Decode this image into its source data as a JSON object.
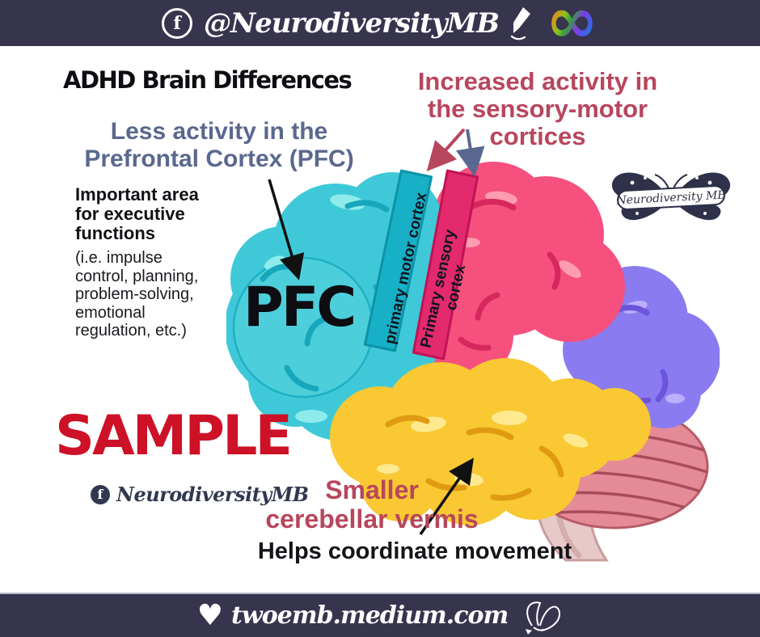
{
  "palette": {
    "bar_navy": "#37344e",
    "accent_crimson": "#b8465d",
    "accent_slate_blue": "#5a688f",
    "sample_red": "#cd1126",
    "brain_teal": "#3fc9d8",
    "motor_strip_teal": "#17b0c6",
    "parietal_pink": "#f6507e",
    "sensory_strip_pink": "#e22a6d",
    "occipital_purple": "#8b7bf0",
    "temporal_yellow": "#f9c832",
    "cerebellum_pink": "#e58b97"
  },
  "icons": {
    "facebook_letter": "f",
    "infinity": "∞",
    "heart": "♥"
  },
  "header": {
    "handle": "@NeurodiversityMB"
  },
  "main": {
    "title": "ADHD Brain Differences",
    "increased_heading": {
      "lines": [
        "Increased activity in",
        "the sensory-motor",
        "cortices"
      ]
    },
    "less_heading": {
      "lines": [
        "Less activity in the",
        "Prefrontal Cortex (PFC)"
      ]
    },
    "executive_bold": {
      "lines": [
        "Important area",
        "for executive",
        "functions"
      ]
    },
    "executive_detail": {
      "lines": [
        "(i.e. impulse",
        "control, planning,",
        "problem-solving,",
        "emotional",
        "regulation, etc.)"
      ]
    },
    "pfc_label": "PFC",
    "motor_strip_label": "primary motor cortex",
    "sensory_strip_label": {
      "lines": [
        "Primary sensory",
        "cortex"
      ]
    },
    "watermark": "SAMPLE",
    "fb_handle": "NeurodiversityMB",
    "vermis_heading": {
      "lines": [
        "Smaller",
        "cerebellar vermis"
      ]
    },
    "vermis_note": "Helps coordinate movement",
    "logo_text": "Neurodiversity MB"
  },
  "footer": {
    "site": "twoemb.medium.com"
  }
}
